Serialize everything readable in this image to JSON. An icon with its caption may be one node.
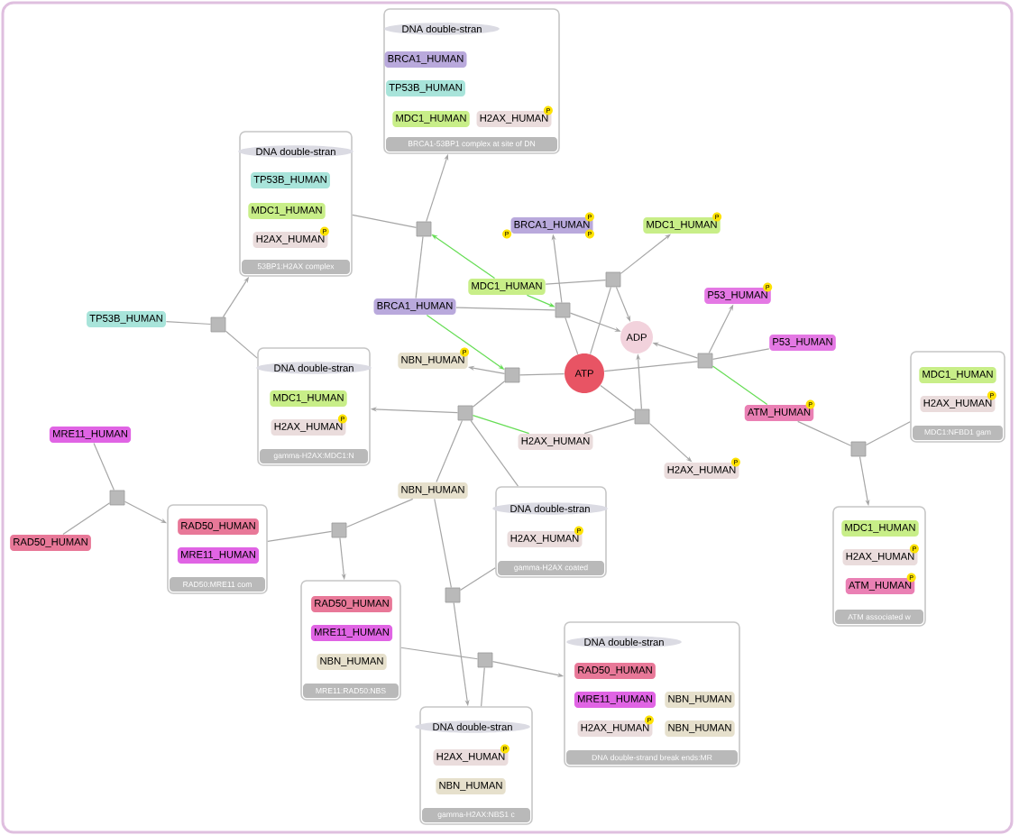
{
  "diagram": {
    "nodes": [
      {
        "text": [
          "BRCA1-53BP1 complex at site of DN"
        ]
      },
      {
        "text": [
          "DNA double-stran"
        ],
        "in": 0
      },
      {
        "text": [
          "BRCA1_HUMAN"
        ],
        "in": 0
      },
      {
        "text": [
          "TP53B_HUMAN"
        ],
        "in": 0
      },
      {
        "text": [
          "MDC1_HUMAN"
        ],
        "in": 0
      },
      {
        "text": [
          "H2AX_HUMAN"
        ],
        "in": 0,
        "beside": [
          "P"
        ]
      },
      {
        "text": [
          "53BP1:H2AX complex"
        ]
      },
      {
        "text": [
          "DNA double-stran"
        ],
        "in": 6
      },
      {
        "text": [
          "TP53B_HUMAN"
        ],
        "in": 6
      },
      {
        "text": [
          "MDC1_HUMAN"
        ],
        "in": 6
      },
      {
        "text": [
          "H2AX_HUMAN"
        ],
        "in": 6,
        "beside": [
          "P"
        ]
      },
      {
        "text": [],
        "shape": "box"
      },
      {
        "text": [
          "BRCA1_HUMAN"
        ],
        "beside": [
          "P",
          "P",
          "P"
        ]
      },
      {
        "text": [
          "MDC1_HUMAN"
        ],
        "beside": [
          "P"
        ]
      },
      {
        "text": [],
        "shape": "box"
      },
      {
        "text": [
          "MDC1_HUMAN"
        ]
      },
      {
        "text": [
          "P53_HUMAN"
        ],
        "beside": [
          "P"
        ]
      },
      {
        "text": [
          "BRCA1_HUMAN"
        ]
      },
      {
        "text": [],
        "shape": "box"
      },
      {
        "text": [
          "TP53B_HUMAN"
        ]
      },
      {
        "text": [],
        "shape": "box"
      },
      {
        "text": [
          "ADP"
        ]
      },
      {
        "text": [
          "P53_HUMAN"
        ]
      },
      {
        "text": [
          "gamma-H2AX:MDC1:N"
        ]
      },
      {
        "text": [
          "DNA double-stran"
        ],
        "in": 23
      },
      {
        "text": [
          "MDC1_HUMAN"
        ],
        "in": 23
      },
      {
        "text": [
          "H2AX_HUMAN"
        ],
        "in": 23,
        "beside": [
          "P"
        ]
      },
      {
        "text": [],
        "shape": "box"
      },
      {
        "text": [
          "NBN_HUMAN"
        ],
        "beside": [
          "P"
        ]
      },
      {
        "text": [
          "ATP"
        ]
      },
      {
        "text": [],
        "shape": "box"
      },
      {
        "text": [
          "MDC1:NFBD1 gam"
        ]
      },
      {
        "text": [
          "MDC1_HUMAN"
        ],
        "in": 31
      },
      {
        "text": [
          "H2AX_HUMAN"
        ],
        "in": 31,
        "beside": [
          "P"
        ]
      },
      {
        "text": [],
        "shape": "box"
      },
      {
        "text": [
          "ATM_HUMAN"
        ],
        "beside": [
          "P"
        ]
      },
      {
        "text": [],
        "shape": "box"
      },
      {
        "text": [
          "H2AX_HUMAN"
        ]
      },
      {
        "text": [],
        "shape": "box"
      },
      {
        "text": [
          "MRE11_HUMAN"
        ]
      },
      {
        "text": [
          "H2AX_HUMAN"
        ],
        "beside": [
          "P"
        ]
      },
      {
        "text": [
          "NBN_HUMAN"
        ]
      },
      {
        "text": [],
        "shape": "box"
      },
      {
        "text": [
          "gamma-H2AX coated"
        ]
      },
      {
        "text": [
          "DNA double-stran"
        ],
        "in": 43
      },
      {
        "text": [
          "H2AX_HUMAN"
        ],
        "in": 43,
        "beside": [
          "P"
        ]
      },
      {
        "text": [
          "RAD50:MRE11 com"
        ]
      },
      {
        "text": [
          "RAD50_HUMAN"
        ],
        "in": 46
      },
      {
        "text": [
          "MRE11_HUMAN"
        ],
        "in": 46
      },
      {
        "text": [
          "ATM associated w"
        ]
      },
      {
        "text": [
          "MDC1_HUMAN"
        ],
        "in": 49
      },
      {
        "text": [
          "H2AX_HUMAN"
        ],
        "in": 49,
        "beside": [
          "P"
        ]
      },
      {
        "text": [
          "ATM_HUMAN"
        ],
        "in": 49,
        "beside": [
          "P"
        ]
      },
      {
        "text": [],
        "shape": "box"
      },
      {
        "text": [
          "RAD50_HUMAN"
        ]
      },
      {
        "text": [
          "MRE11:RAD50:NBS"
        ]
      },
      {
        "text": [
          "RAD50_HUMAN"
        ],
        "in": 55
      },
      {
        "text": [
          "MRE11_HUMAN"
        ],
        "in": 55
      },
      {
        "text": [
          "NBN_HUMAN"
        ],
        "in": 55
      },
      {
        "text": [],
        "shape": "box"
      },
      {
        "text": [
          "DNA double-strand break ends:MR"
        ]
      },
      {
        "text": [
          "DNA double-stran"
        ],
        "in": 60
      },
      {
        "text": [
          "RAD50_HUMAN"
        ],
        "in": 60
      },
      {
        "text": [
          "MRE11_HUMAN"
        ],
        "in": 60
      },
      {
        "text": [
          "NBN_HUMAN"
        ],
        "in": 60
      },
      {
        "text": [
          "H2AX_HUMAN"
        ],
        "in": 60,
        "beside": [
          "P"
        ]
      },
      {
        "text": [
          "NBN_HUMAN"
        ],
        "in": 60
      },
      {
        "text": [],
        "shape": "box"
      },
      {
        "text": [
          "gamma-H2AX:NBS1 c"
        ]
      },
      {
        "text": [
          "DNA double-stran"
        ],
        "in": 68
      },
      {
        "text": [
          "H2AX_HUMAN"
        ],
        "in": 68,
        "beside": [
          "P"
        ]
      },
      {
        "text": [
          "NBN_HUMAN"
        ],
        "in": 68
      }
    ],
    "edges": [
      {
        "from": 17,
        "to": 11,
        "arrow": "none"
      },
      {
        "from": 6,
        "to": 11,
        "arrow": "none"
      },
      {
        "from": 11,
        "to": 0,
        "arrow": "to"
      },
      {
        "from": 15,
        "to": 11,
        "arrow": "to",
        "color": "#66dd55"
      },
      {
        "from": 19,
        "to": 20,
        "arrow": "none"
      },
      {
        "from": 20,
        "to": 6,
        "arrow": "to"
      },
      {
        "from": 20,
        "to": 23,
        "arrow": "none"
      },
      {
        "from": 17,
        "to": 18,
        "arrow": "none"
      },
      {
        "from": 15,
        "to": 18,
        "arrow": "to",
        "color": "#66dd55"
      },
      {
        "from": 18,
        "to": 21,
        "arrow": "to"
      },
      {
        "from": 29,
        "to": 18,
        "arrow": "none"
      },
      {
        "from": 18,
        "to": 12,
        "arrow": "to"
      },
      {
        "from": 15,
        "to": 14,
        "arrow": "none"
      },
      {
        "from": 14,
        "to": 13,
        "arrow": "to"
      },
      {
        "from": 14,
        "to": 21,
        "arrow": "to"
      },
      {
        "from": 29,
        "to": 14,
        "arrow": "none"
      },
      {
        "from": 30,
        "to": 28,
        "arrow": "to"
      },
      {
        "from": 29,
        "to": 30,
        "arrow": "none"
      },
      {
        "from": 17,
        "to": 30,
        "arrow": "to",
        "color": "#66dd55"
      },
      {
        "from": 30,
        "to": 34,
        "arrow": "none"
      },
      {
        "from": 34,
        "to": 23,
        "arrow": "to"
      },
      {
        "from": 34,
        "to": 37,
        "arrow": "none",
        "color": "#66dd55"
      },
      {
        "from": 41,
        "to": 34,
        "arrow": "none"
      },
      {
        "from": 34,
        "to": 43,
        "arrow": "none"
      },
      {
        "from": 29,
        "to": 36,
        "arrow": "none"
      },
      {
        "from": 36,
        "to": 21,
        "arrow": "to"
      },
      {
        "from": 36,
        "to": 40,
        "arrow": "to"
      },
      {
        "from": 37,
        "to": 36,
        "arrow": "none"
      },
      {
        "from": 27,
        "to": 16,
        "arrow": "to"
      },
      {
        "from": 22,
        "to": 27,
        "arrow": "none"
      },
      {
        "from": 27,
        "to": 21,
        "arrow": "to"
      },
      {
        "from": 29,
        "to": 27,
        "arrow": "none"
      },
      {
        "from": 35,
        "to": 27,
        "arrow": "none",
        "color": "#66dd55"
      },
      {
        "from": 39,
        "to": 42,
        "arrow": "none"
      },
      {
        "from": 54,
        "to": 42,
        "arrow": "none"
      },
      {
        "from": 42,
        "to": 46,
        "arrow": "to"
      },
      {
        "from": 46,
        "to": 53,
        "arrow": "none"
      },
      {
        "from": 53,
        "to": 55,
        "arrow": "to"
      },
      {
        "from": 41,
        "to": 53,
        "arrow": "none"
      },
      {
        "from": 43,
        "to": 59,
        "arrow": "none"
      },
      {
        "from": 41,
        "to": 59,
        "arrow": "none"
      },
      {
        "from": 59,
        "to": 68,
        "arrow": "to"
      },
      {
        "from": 55,
        "to": 67,
        "arrow": "none"
      },
      {
        "from": 67,
        "to": 60,
        "arrow": "to"
      },
      {
        "from": 67,
        "to": 68,
        "arrow": "none"
      },
      {
        "from": 35,
        "to": 38,
        "arrow": "none"
      },
      {
        "from": 31,
        "to": 38,
        "arrow": "none"
      },
      {
        "from": 38,
        "to": 49,
        "arrow": "to"
      }
    ]
  }
}
